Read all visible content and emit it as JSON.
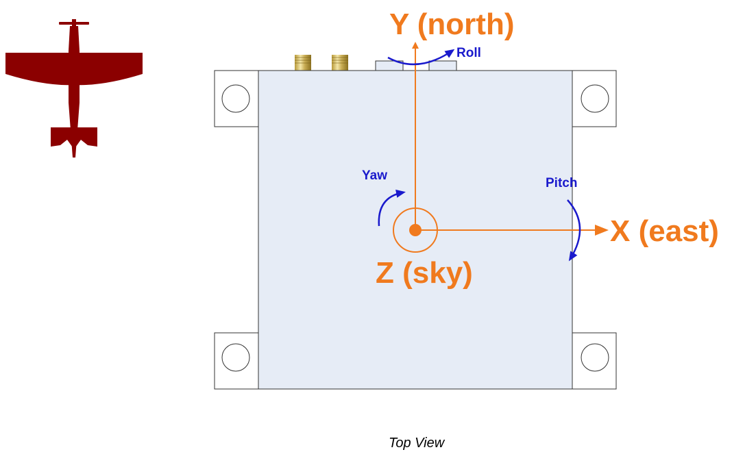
{
  "axes": {
    "y_label": "Y (north)",
    "x_label": "X (east)",
    "z_label": "Z (sky)"
  },
  "rotations": {
    "roll_label": "Roll",
    "yaw_label": "Yaw",
    "pitch_label": "Pitch"
  },
  "caption": "Top View",
  "colors": {
    "axis": "#f07a1e",
    "rotation": "#1a1acc",
    "airplane": "#8b0000",
    "device_body": "#e6ecf6",
    "outline": "#333333"
  },
  "icons": {
    "airplane": "airplane-silhouette-icon",
    "connectors": "sma-connector-icon"
  }
}
